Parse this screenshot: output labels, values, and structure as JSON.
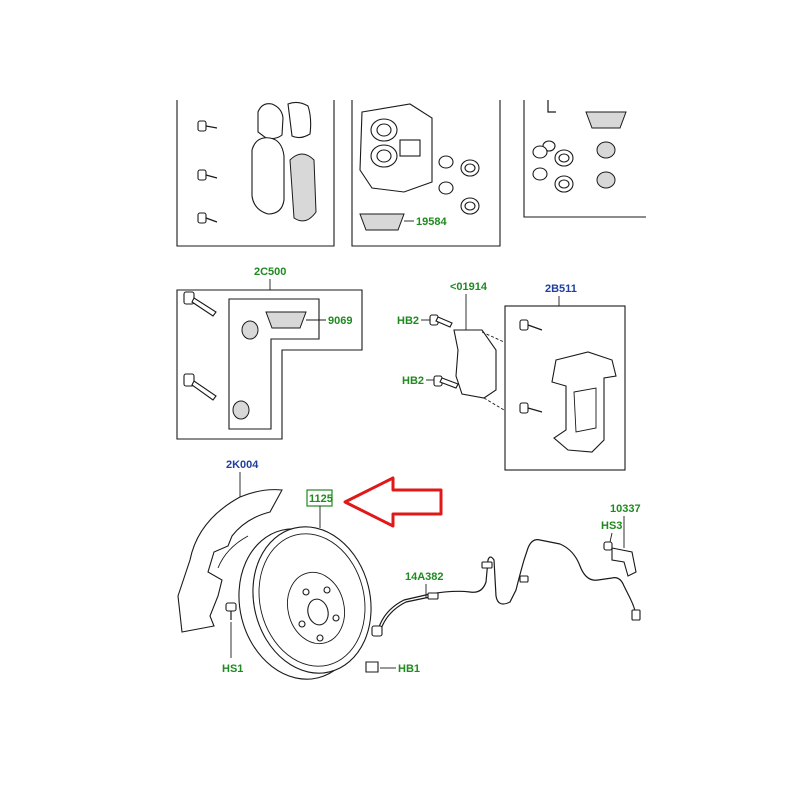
{
  "labels": {
    "pad_wear_kit": "19584",
    "bolt_kit": "2C500",
    "seal_kit": "9069",
    "brake_pad": "<01914",
    "carrier": "2B511",
    "bolt_hb2_upper": "HB2",
    "bolt_hb2_lower": "HB2",
    "splash_shield": "2K004",
    "brake_disc": "1125",
    "screw_hs1": "HS1",
    "bolt_hb1": "HB1",
    "sensor": "14A382",
    "bracket": "10337",
    "screw_hs3": "HS3"
  },
  "colors": {
    "green_label": "#1f8a1f",
    "blue_label": "#1f3fa0",
    "arrow": "#e01818",
    "highlight_box": "#1f8a1f"
  },
  "highlight": {
    "part": "brake_disc",
    "arrow": "left-pointing-red-outline-arrow"
  }
}
